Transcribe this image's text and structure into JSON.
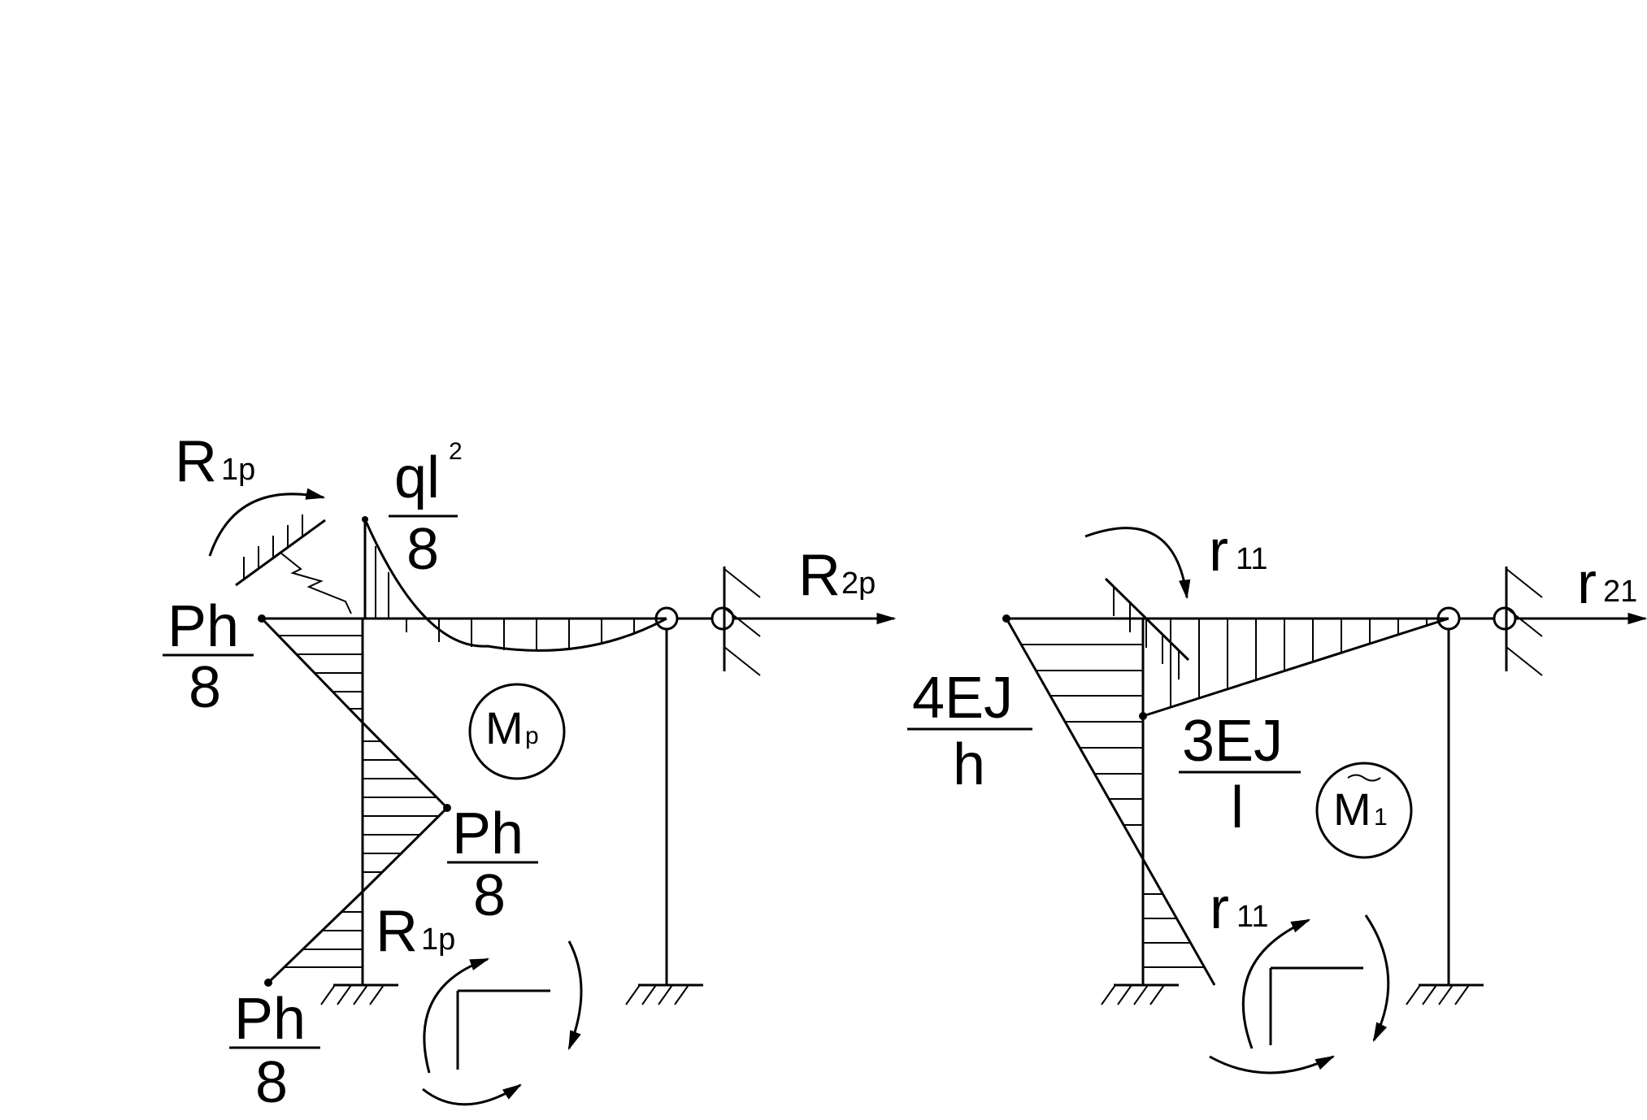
{
  "left": {
    "R1p_top": {
      "main": "R",
      "sub": "1p"
    },
    "ql2_8": {
      "num": "ql",
      "sup": "2",
      "den": "8"
    },
    "R2p": {
      "main": "R",
      "sub": "2p"
    },
    "Ph8_top": {
      "num": "Ph",
      "den": "8"
    },
    "Ph8_mid": {
      "num": "Ph",
      "den": "8"
    },
    "Ph8_bot": {
      "num": "Ph",
      "den": "8"
    },
    "R1p_bot": {
      "main": "R",
      "sub": "1p"
    },
    "circle_label": {
      "main": "M",
      "sub": "p"
    }
  },
  "right": {
    "r11_top": {
      "main": "r",
      "sub": "11"
    },
    "r21": {
      "main": "r",
      "sub": "21"
    },
    "fourEJ_h": {
      "num": "4EJ",
      "den": "h"
    },
    "threeEJ_l": {
      "num": "3EJ",
      "den": "l"
    },
    "r11_bot": {
      "main": "r",
      "sub": "11"
    },
    "circle_label": {
      "main": "M",
      "sub": "1"
    }
  }
}
